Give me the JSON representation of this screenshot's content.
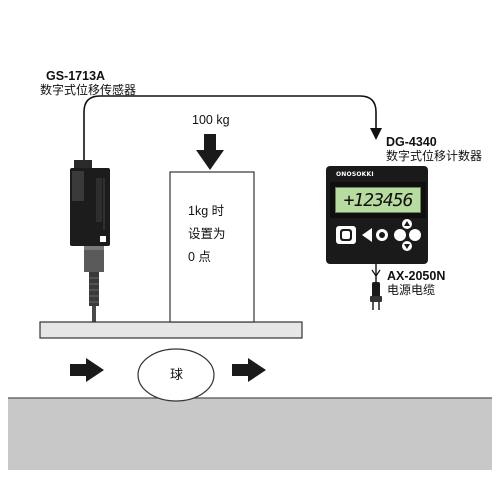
{
  "sensor": {
    "model": "GS-1713A",
    "description": "数字式位移传感器"
  },
  "counter": {
    "model": "DG-4340",
    "description": "数字式位移计数器",
    "display_value": "+123456",
    "brand": "ONOSOKKI"
  },
  "cable": {
    "model": "AX-2050N",
    "description": "电源电缆"
  },
  "weight": {
    "label": "100 kg"
  },
  "block": {
    "line1": "1kg 时",
    "line2": "设置为",
    "line3": "0 点"
  },
  "ball": {
    "label": "球"
  },
  "colors": {
    "lcd": "#b8dca0",
    "device_body": "#1a1a1a",
    "platform": "#e6e6e6",
    "ground": "#c8c8c8"
  },
  "icons": [
    "down-arrow-icon",
    "right-arrow-icon",
    "power-plug-icon"
  ]
}
